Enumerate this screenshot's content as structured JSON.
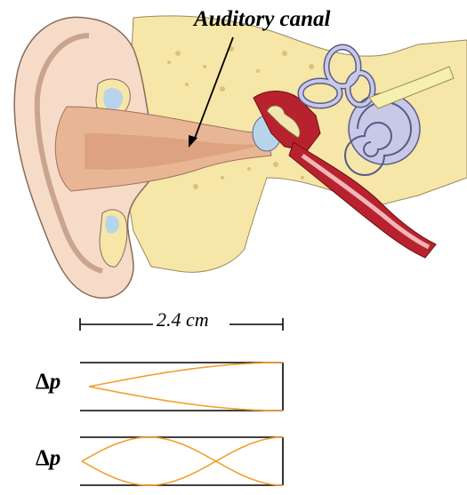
{
  "labels": {
    "auditory_canal": "Auditory canal",
    "length": "2.4 cm",
    "delta_symbol": "Δ",
    "delta_var": "p"
  },
  "waves": [
    {
      "mode": "fundamental",
      "nodes_open_end": 1,
      "half_wavelengths": 0.5
    },
    {
      "mode": "third-harmonic",
      "half_wavelengths": 1.5
    }
  ],
  "colors": {
    "wave": "#f0a030",
    "skin": "#f6dcc8",
    "canal": "#e8b595",
    "bone": "#f6e6a8",
    "cochlea": "#c7c9e6",
    "drum": "#b8d4ea",
    "red": "#b8222e"
  }
}
